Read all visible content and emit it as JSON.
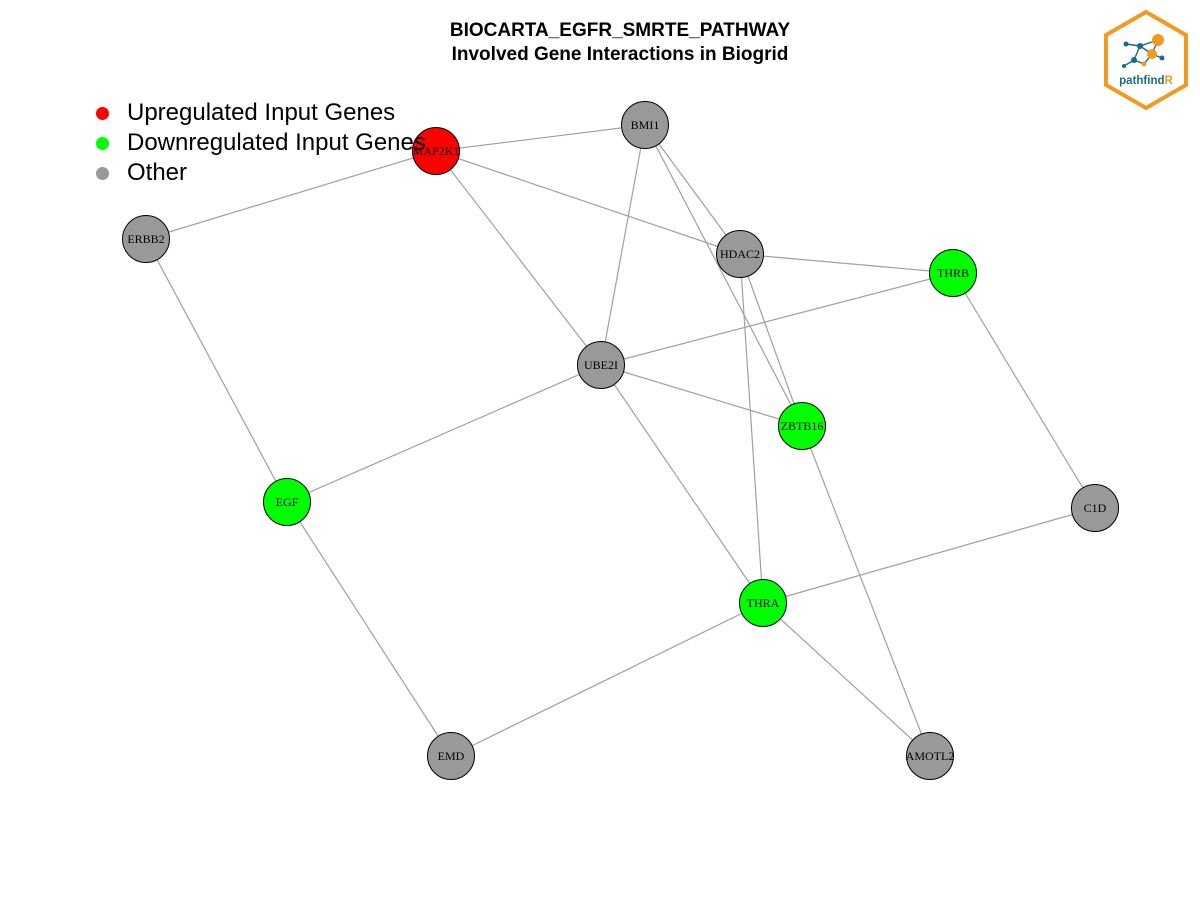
{
  "title": {
    "line1": "BIOCARTA_EGFR_SMRTE_PATHWAY",
    "line2": "Involved Gene Interactions in Biogrid"
  },
  "legend": [
    {
      "label": "Upregulated Input Genes",
      "color": "#ff0000"
    },
    {
      "label": "Downregulated Input Genes",
      "color": "#00ff00"
    },
    {
      "label": "Other",
      "color": "#999999"
    }
  ],
  "colors": {
    "up": "#ff0000",
    "down": "#00ff00",
    "other": "#999999",
    "edge": "#a0a0a0",
    "logo_orange": "#f39a1e",
    "logo_blue": "#1a6a8a"
  },
  "logo": {
    "text": "pathfind",
    "accent_text": "R",
    "icon": "network-hexagon-icon"
  },
  "nodes": [
    {
      "id": "MAP2K1",
      "label": "MAP2K1",
      "status": "up"
    },
    {
      "id": "BMI1",
      "label": "BMI1",
      "status": "other"
    },
    {
      "id": "ERBB2",
      "label": "ERBB2",
      "status": "other"
    },
    {
      "id": "HDAC2",
      "label": "HDAC2",
      "status": "other"
    },
    {
      "id": "THRB",
      "label": "THRB",
      "status": "down"
    },
    {
      "id": "UBE2I",
      "label": "UBE2I",
      "status": "other"
    },
    {
      "id": "ZBTB16",
      "label": "ZBTB16",
      "status": "down"
    },
    {
      "id": "EGF",
      "label": "EGF",
      "status": "down"
    },
    {
      "id": "C1D",
      "label": "C1D",
      "status": "other"
    },
    {
      "id": "THRA",
      "label": "THRA",
      "status": "down"
    },
    {
      "id": "EMD",
      "label": "EMD",
      "status": "other"
    },
    {
      "id": "AMOTL2",
      "label": "AMOTL2",
      "status": "other"
    }
  ],
  "edges": [
    [
      "MAP2K1",
      "BMI1"
    ],
    [
      "MAP2K1",
      "ERBB2"
    ],
    [
      "MAP2K1",
      "HDAC2"
    ],
    [
      "MAP2K1",
      "UBE2I"
    ],
    [
      "BMI1",
      "UBE2I"
    ],
    [
      "BMI1",
      "HDAC2"
    ],
    [
      "BMI1",
      "ZBTB16"
    ],
    [
      "ERBB2",
      "EGF"
    ],
    [
      "HDAC2",
      "THRB"
    ],
    [
      "HDAC2",
      "ZBTB16"
    ],
    [
      "HDAC2",
      "THRA"
    ],
    [
      "THRB",
      "UBE2I"
    ],
    [
      "THRB",
      "C1D"
    ],
    [
      "UBE2I",
      "EGF"
    ],
    [
      "UBE2I",
      "ZBTB16"
    ],
    [
      "UBE2I",
      "THRA"
    ],
    [
      "ZBTB16",
      "AMOTL2"
    ],
    [
      "EGF",
      "EMD"
    ],
    [
      "C1D",
      "THRA"
    ],
    [
      "THRA",
      "EMD"
    ],
    [
      "THRA",
      "AMOTL2"
    ]
  ]
}
